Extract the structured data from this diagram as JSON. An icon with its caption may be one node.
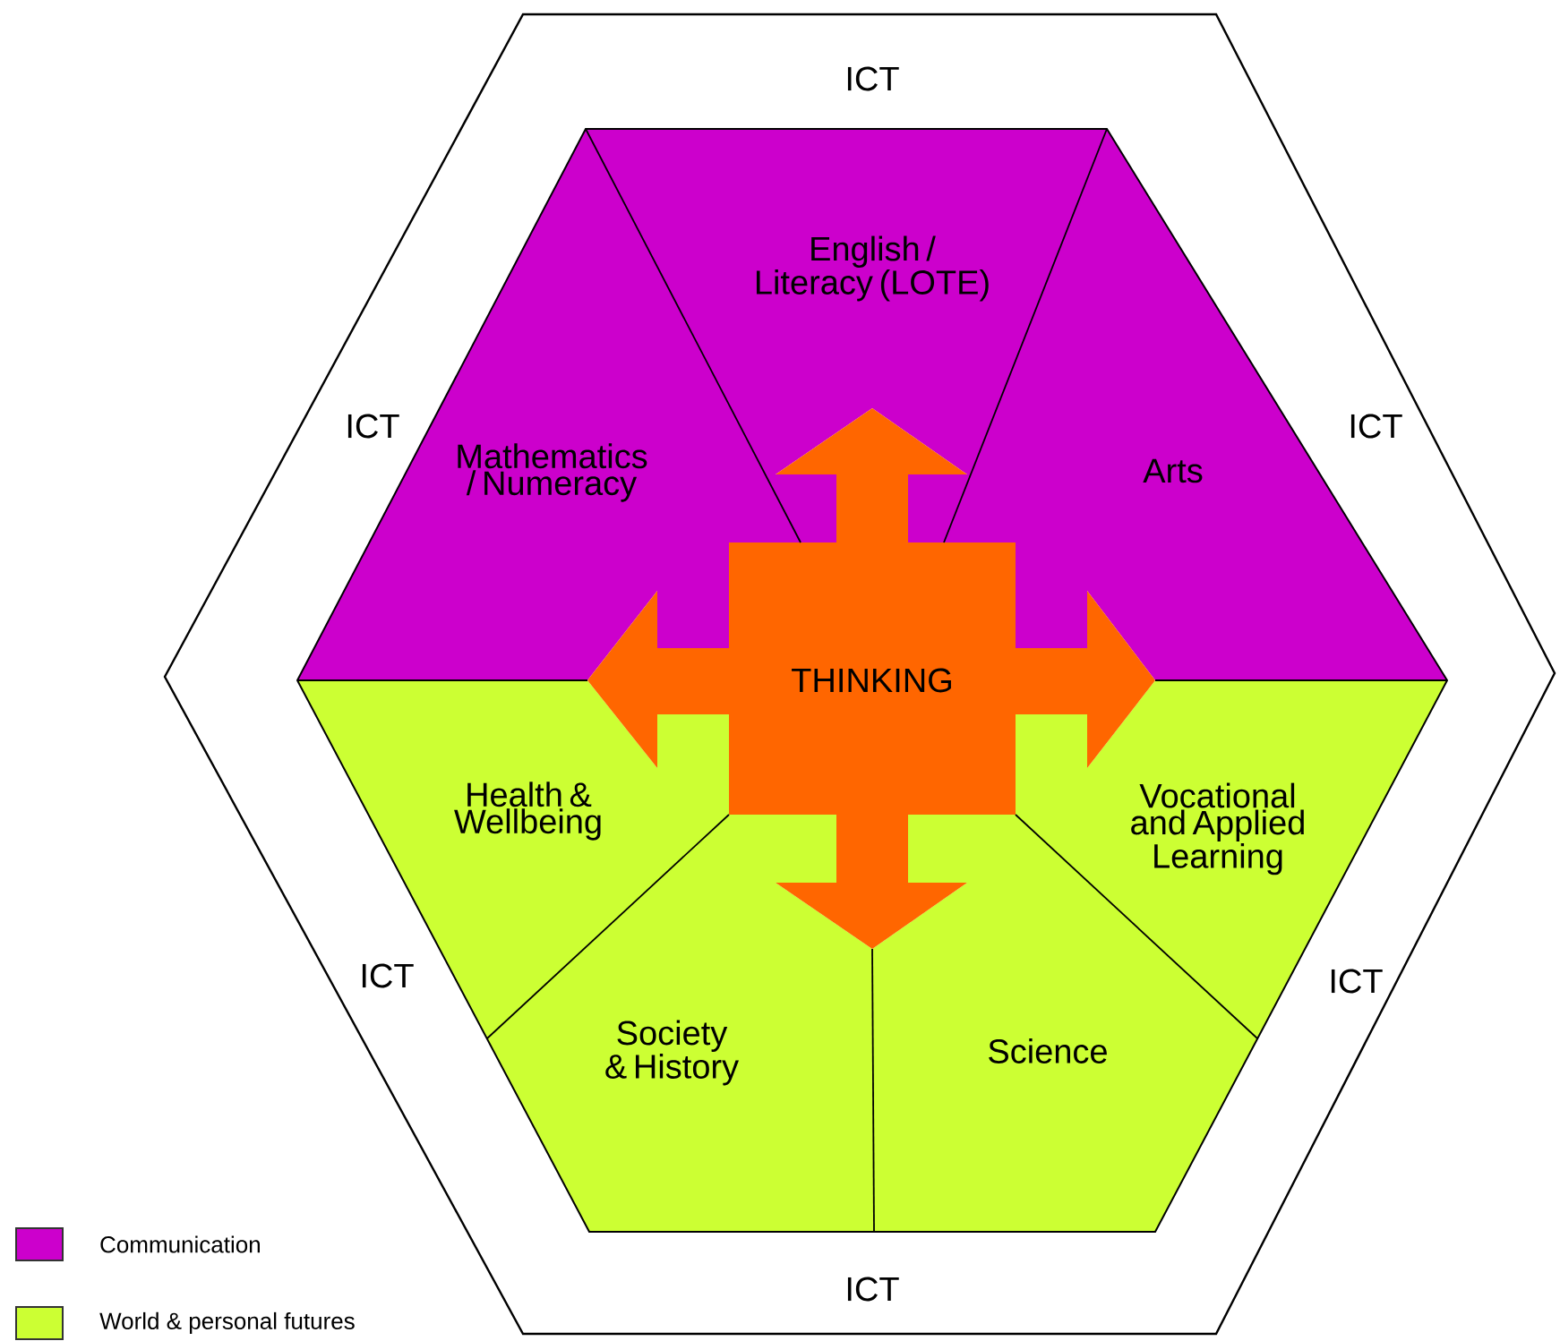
{
  "diagram": {
    "nodes": [
      {
        "text": [
          "ICT",
          "ICT",
          "ICT",
          "ICT",
          "ICT",
          "ICT"
        ]
      },
      {
        "text": [
          "English / Literacy (LOTE)"
        ],
        "in": 0
      },
      {
        "text": [
          "Mathematics / Numeracy"
        ],
        "in": 0
      },
      {
        "text": [
          "Arts"
        ],
        "in": 0
      },
      {
        "text": [
          "Health & Wellbeing"
        ],
        "in": 0
      },
      {
        "text": [
          "Vocational and Applied Learning"
        ],
        "in": 0
      },
      {
        "text": [
          "Society & History"
        ],
        "in": 0
      },
      {
        "text": [
          "Science"
        ],
        "in": 0
      },
      {
        "text": [
          "THINKING"
        ],
        "in": 0
      }
    ],
    "legend": [
      {
        "text": "Communication",
        "color": "#cc00cc"
      },
      {
        "text": "World & personal futures",
        "color": "#ccff33"
      }
    ]
  }
}
